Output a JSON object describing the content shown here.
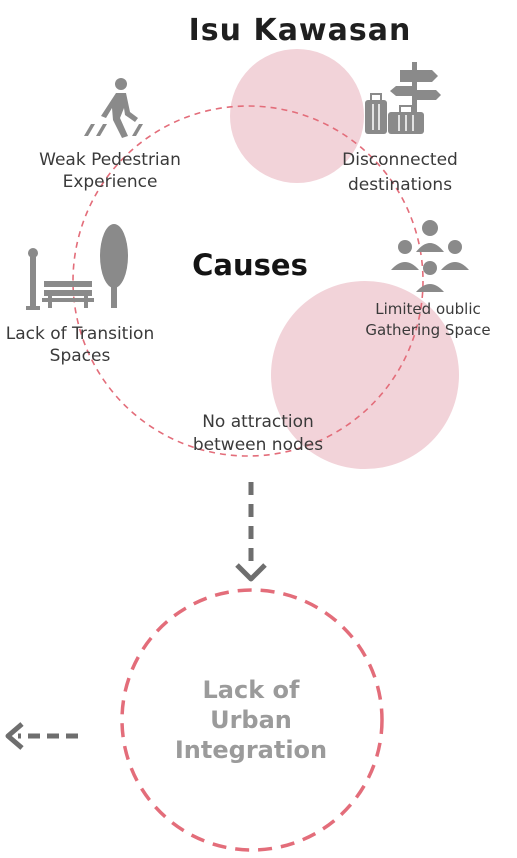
{
  "title": "Isu Kawasan",
  "center_label": "Causes",
  "causes": [
    {
      "line1": "Weak Pedestrian",
      "line2": "Experience",
      "icon": "pedestrian-icon"
    },
    {
      "line1": "Disconnected",
      "line2": "destinations",
      "icon": "signpost-luggage-icon"
    },
    {
      "line1": "Limited oublic",
      "line2": "Gathering Space",
      "icon": "group-people-icon"
    },
    {
      "line1": "Lack of Transition",
      "line2": "Spaces",
      "icon": "park-bench-tree-icon"
    },
    {
      "line1": "No attraction",
      "line2": "between nodes",
      "icon": ""
    }
  ],
  "outcome": {
    "line1": "Lack of",
    "line2": "Urban",
    "line3": "Integration"
  },
  "colors": {
    "accent_fill": "#f2d3d9",
    "dashed_ring": "#e36d7a",
    "icon_gray": "#8a8a8a",
    "arrow_gray": "#6e6e6e"
  }
}
